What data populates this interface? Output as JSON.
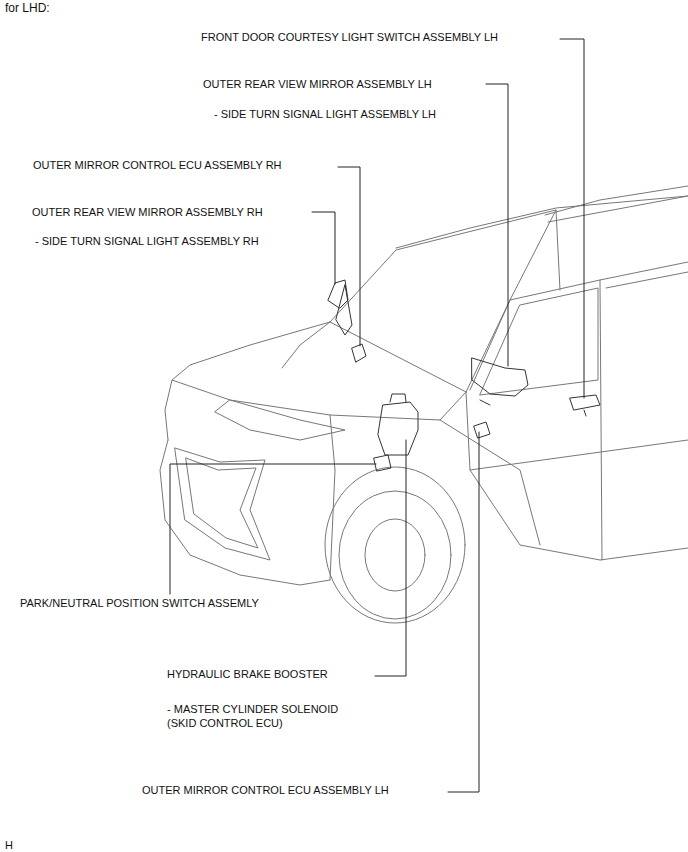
{
  "diagram": {
    "title": "for LHD:",
    "labels": [
      "FRONT DOOR COURTESY LIGHT SWITCH ASSEMBLY LH",
      "OUTER REAR VIEW MIRROR ASSEMBLY LH",
      "- SIDE TURN SIGNAL LIGHT ASSEMBLY LH",
      "OUTER MIRROR CONTROL ECU ASSEMBLY RH",
      "OUTER REAR VIEW MIRROR ASSEMBLY RH",
      "- SIDE TURN SIGNAL LIGHT ASSEMBLY RH",
      "PARK/NEUTRAL POSITION SWITCH ASSEMLY",
      "HYDRAULIC BRAKE BOOSTER",
      "- MASTER CYLINDER SOLENOID (SKID CONTROL ECU)",
      "OUTER MIRROR CONTROL ECU ASSEMBLY LH",
      "H"
    ]
  }
}
